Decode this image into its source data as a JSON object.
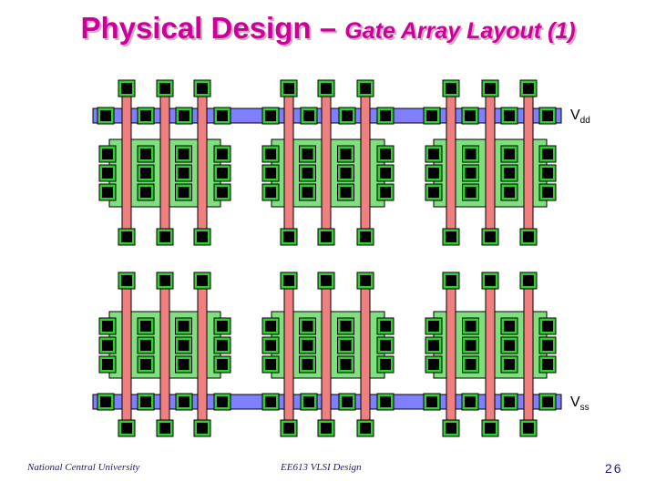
{
  "title": {
    "main": "Physical Design – ",
    "sub": "Gate Array Layout (1)"
  },
  "labels": {
    "vdd_main": "V",
    "vdd_sub": "dd",
    "vss_main": "V",
    "vss_sub": "ss"
  },
  "footer": {
    "left": "National Central University",
    "center": "EE613 VLSI Design",
    "page": "26"
  },
  "colors": {
    "rail": "#8080ff",
    "diffusion": "#80e080",
    "poly": "#f08080",
    "contact": "#000000",
    "contact_ring": "#33cc33",
    "title": "#cc0099",
    "footer": "#1a1a80"
  }
}
